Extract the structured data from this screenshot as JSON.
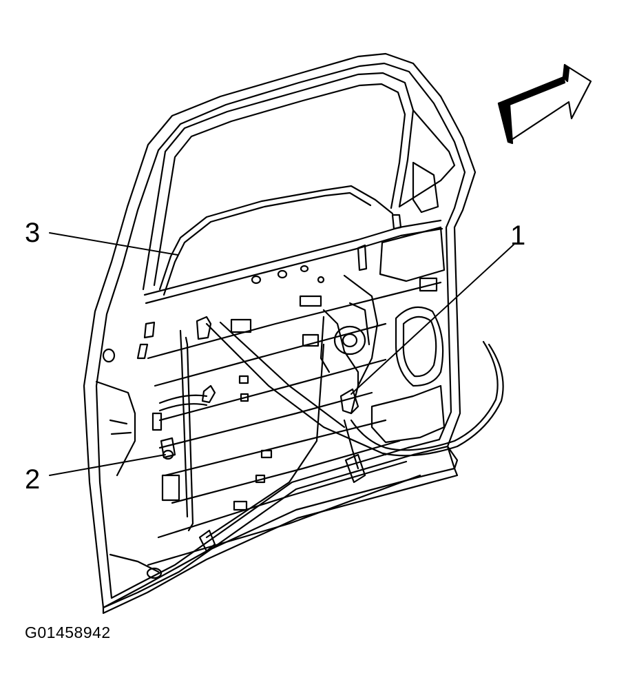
{
  "callouts": [
    {
      "id": "1",
      "label": "1"
    },
    {
      "id": "2",
      "label": "2"
    },
    {
      "id": "3",
      "label": "3"
    }
  ],
  "figure_id": "G01458942",
  "icons": {
    "orientation_arrow": "forward-arrow-icon"
  },
  "colors": {
    "ink": "#000000",
    "paper": "#ffffff"
  }
}
